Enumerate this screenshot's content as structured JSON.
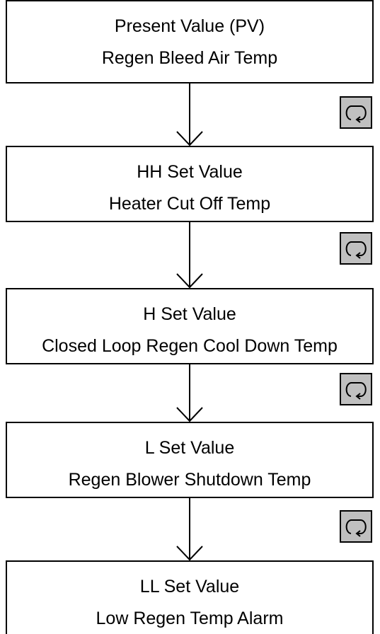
{
  "steps": [
    {
      "title": "Present Value (PV)",
      "subtitle": "Regen Bleed Air Temp"
    },
    {
      "title": "HH Set Value",
      "subtitle": "Heater Cut Off Temp"
    },
    {
      "title": "H Set Value",
      "subtitle": "Closed Loop Regen Cool Down Temp"
    },
    {
      "title": "L Set Value",
      "subtitle": "Regen Blower Shutdown Temp"
    },
    {
      "title": "LL Set Value",
      "subtitle": "Low Regen Temp Alarm"
    }
  ],
  "cycle_button_icon": "cycle-arrow-icon",
  "colors": {
    "button_bg": "#c0c0c0",
    "line": "#000000"
  }
}
